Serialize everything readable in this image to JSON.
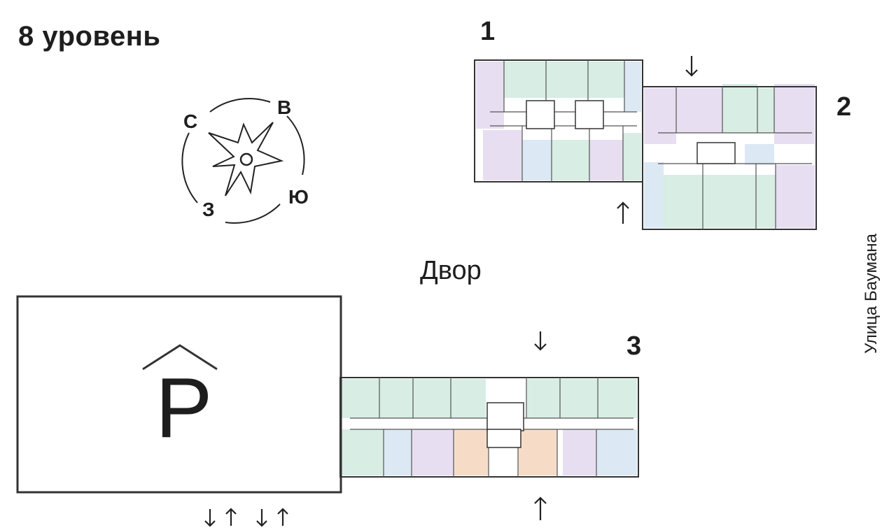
{
  "title": "8 уровень",
  "yard_label": "Двор",
  "street_label": "Улица Баумана",
  "compass": {
    "north": "С",
    "east": "В",
    "south": "Ю",
    "west": "З",
    "icon": "compass-rose-icon"
  },
  "parking": {
    "letter": "P",
    "icon": "parking-roof-icon"
  },
  "buildings": [
    {
      "number": "1"
    },
    {
      "number": "2"
    },
    {
      "number": "3"
    }
  ],
  "colors": {
    "two_room": "#d8ede3",
    "three_room": "#e7def1",
    "studio": "#dce9f4",
    "four_room": "#f6dcc7",
    "walls": "#333333"
  }
}
